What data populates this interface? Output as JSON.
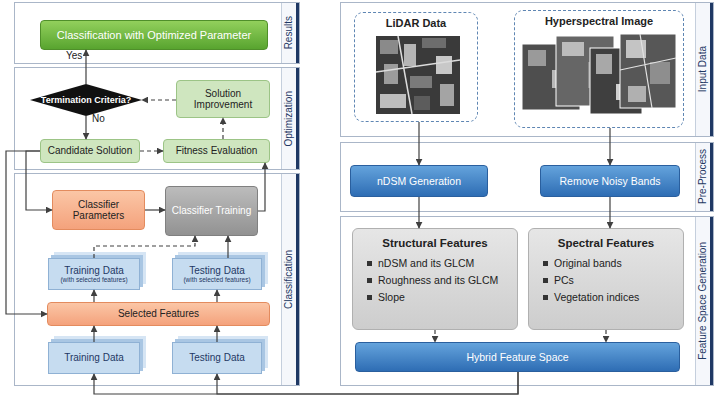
{
  "diagram": {
    "nodes": [
      {
        "text": [
          "Results"
        ]
      },
      {
        "text": [
          "Classification with Optimized Parameter"
        ],
        "in": 0
      },
      {
        "text": [
          "Optimization"
        ]
      },
      {
        "text": [
          "Termination Criteria?"
        ],
        "in": 2
      },
      {
        "text": [
          "Solution Improvement"
        ],
        "in": 2
      },
      {
        "text": [
          "Candidate Solution"
        ],
        "in": 2
      },
      {
        "text": [
          "Fitness Evaluation"
        ],
        "in": 2
      },
      {
        "text": [
          "Classification"
        ]
      },
      {
        "text": [
          "Classifier Parameters"
        ],
        "in": 7
      },
      {
        "text": [
          "Classifier Training"
        ],
        "in": 7
      },
      {
        "text": [
          "Training Data",
          "(with selected features)"
        ],
        "in": 7
      },
      {
        "text": [
          "Testing Data",
          "(with selected features)"
        ],
        "in": 7
      },
      {
        "text": [
          "Selected Features"
        ],
        "in": 7
      },
      {
        "text": [
          "Training Data"
        ],
        "in": 7
      },
      {
        "text": [
          "Testing Data"
        ],
        "in": 7
      },
      {
        "text": [
          "Input Data"
        ]
      },
      {
        "text": [
          "LiDAR Data"
        ],
        "in": 15
      },
      {
        "text": [
          "Hyperspectral Image"
        ],
        "in": 15
      },
      {
        "text": [
          "Pre-Process"
        ]
      },
      {
        "text": [
          "nDSM Generation"
        ],
        "in": 18
      },
      {
        "text": [
          "Remove Noisy Bands"
        ],
        "in": 18
      },
      {
        "text": [
          "Feature Space Generation"
        ]
      },
      {
        "text": [
          "Structural Features",
          "nDSM and its GLCM",
          "Roughness and its GLCM",
          "Slope"
        ],
        "in": 21
      },
      {
        "text": [
          "Spectral Features",
          "Original bands",
          "PCs",
          "Vegetation indices"
        ],
        "in": 21
      },
      {
        "text": [
          "Hybrid Feature Space"
        ],
        "in": 21
      }
    ],
    "edges": [
      {
        "from": 16,
        "to": 19,
        "arrow": "to"
      },
      {
        "from": 17,
        "to": 20,
        "arrow": "to"
      },
      {
        "from": 19,
        "to": 22,
        "arrow": "to"
      },
      {
        "from": 20,
        "to": 23,
        "arrow": "to"
      },
      {
        "from": 22,
        "to": 24,
        "arrow": "to"
      },
      {
        "from": 23,
        "to": 24,
        "arrow": "to"
      },
      {
        "from": 24,
        "to": 13,
        "arrow": "to"
      },
      {
        "from": 24,
        "to": 14,
        "arrow": "to"
      },
      {
        "from": 13,
        "to": 12,
        "arrow": "to"
      },
      {
        "from": 14,
        "to": 12,
        "arrow": "to"
      },
      {
        "from": 12,
        "to": 10,
        "arrow": "to"
      },
      {
        "from": 12,
        "to": 11,
        "arrow": "to"
      },
      {
        "from": 10,
        "to": 9,
        "arrow": "to"
      },
      {
        "from": 11,
        "to": 9,
        "arrow": "to"
      },
      {
        "from": 8,
        "to": 9,
        "arrow": "to"
      },
      {
        "from": 5,
        "to": 8,
        "arrow": "to"
      },
      {
        "from": 5,
        "to": 12,
        "arrow": "to"
      },
      {
        "from": 9,
        "to": 6,
        "arrow": "to"
      },
      {
        "from": 5,
        "to": 6,
        "arrow": "to"
      },
      {
        "from": 6,
        "to": 4,
        "arrow": "to"
      },
      {
        "from": 4,
        "to": 3,
        "arrow": "to"
      },
      {
        "from": 3,
        "to": 5,
        "label": "No",
        "arrow": "to"
      },
      {
        "from": 3,
        "to": 1,
        "label": "Yes",
        "arrow": "to"
      }
    ]
  }
}
